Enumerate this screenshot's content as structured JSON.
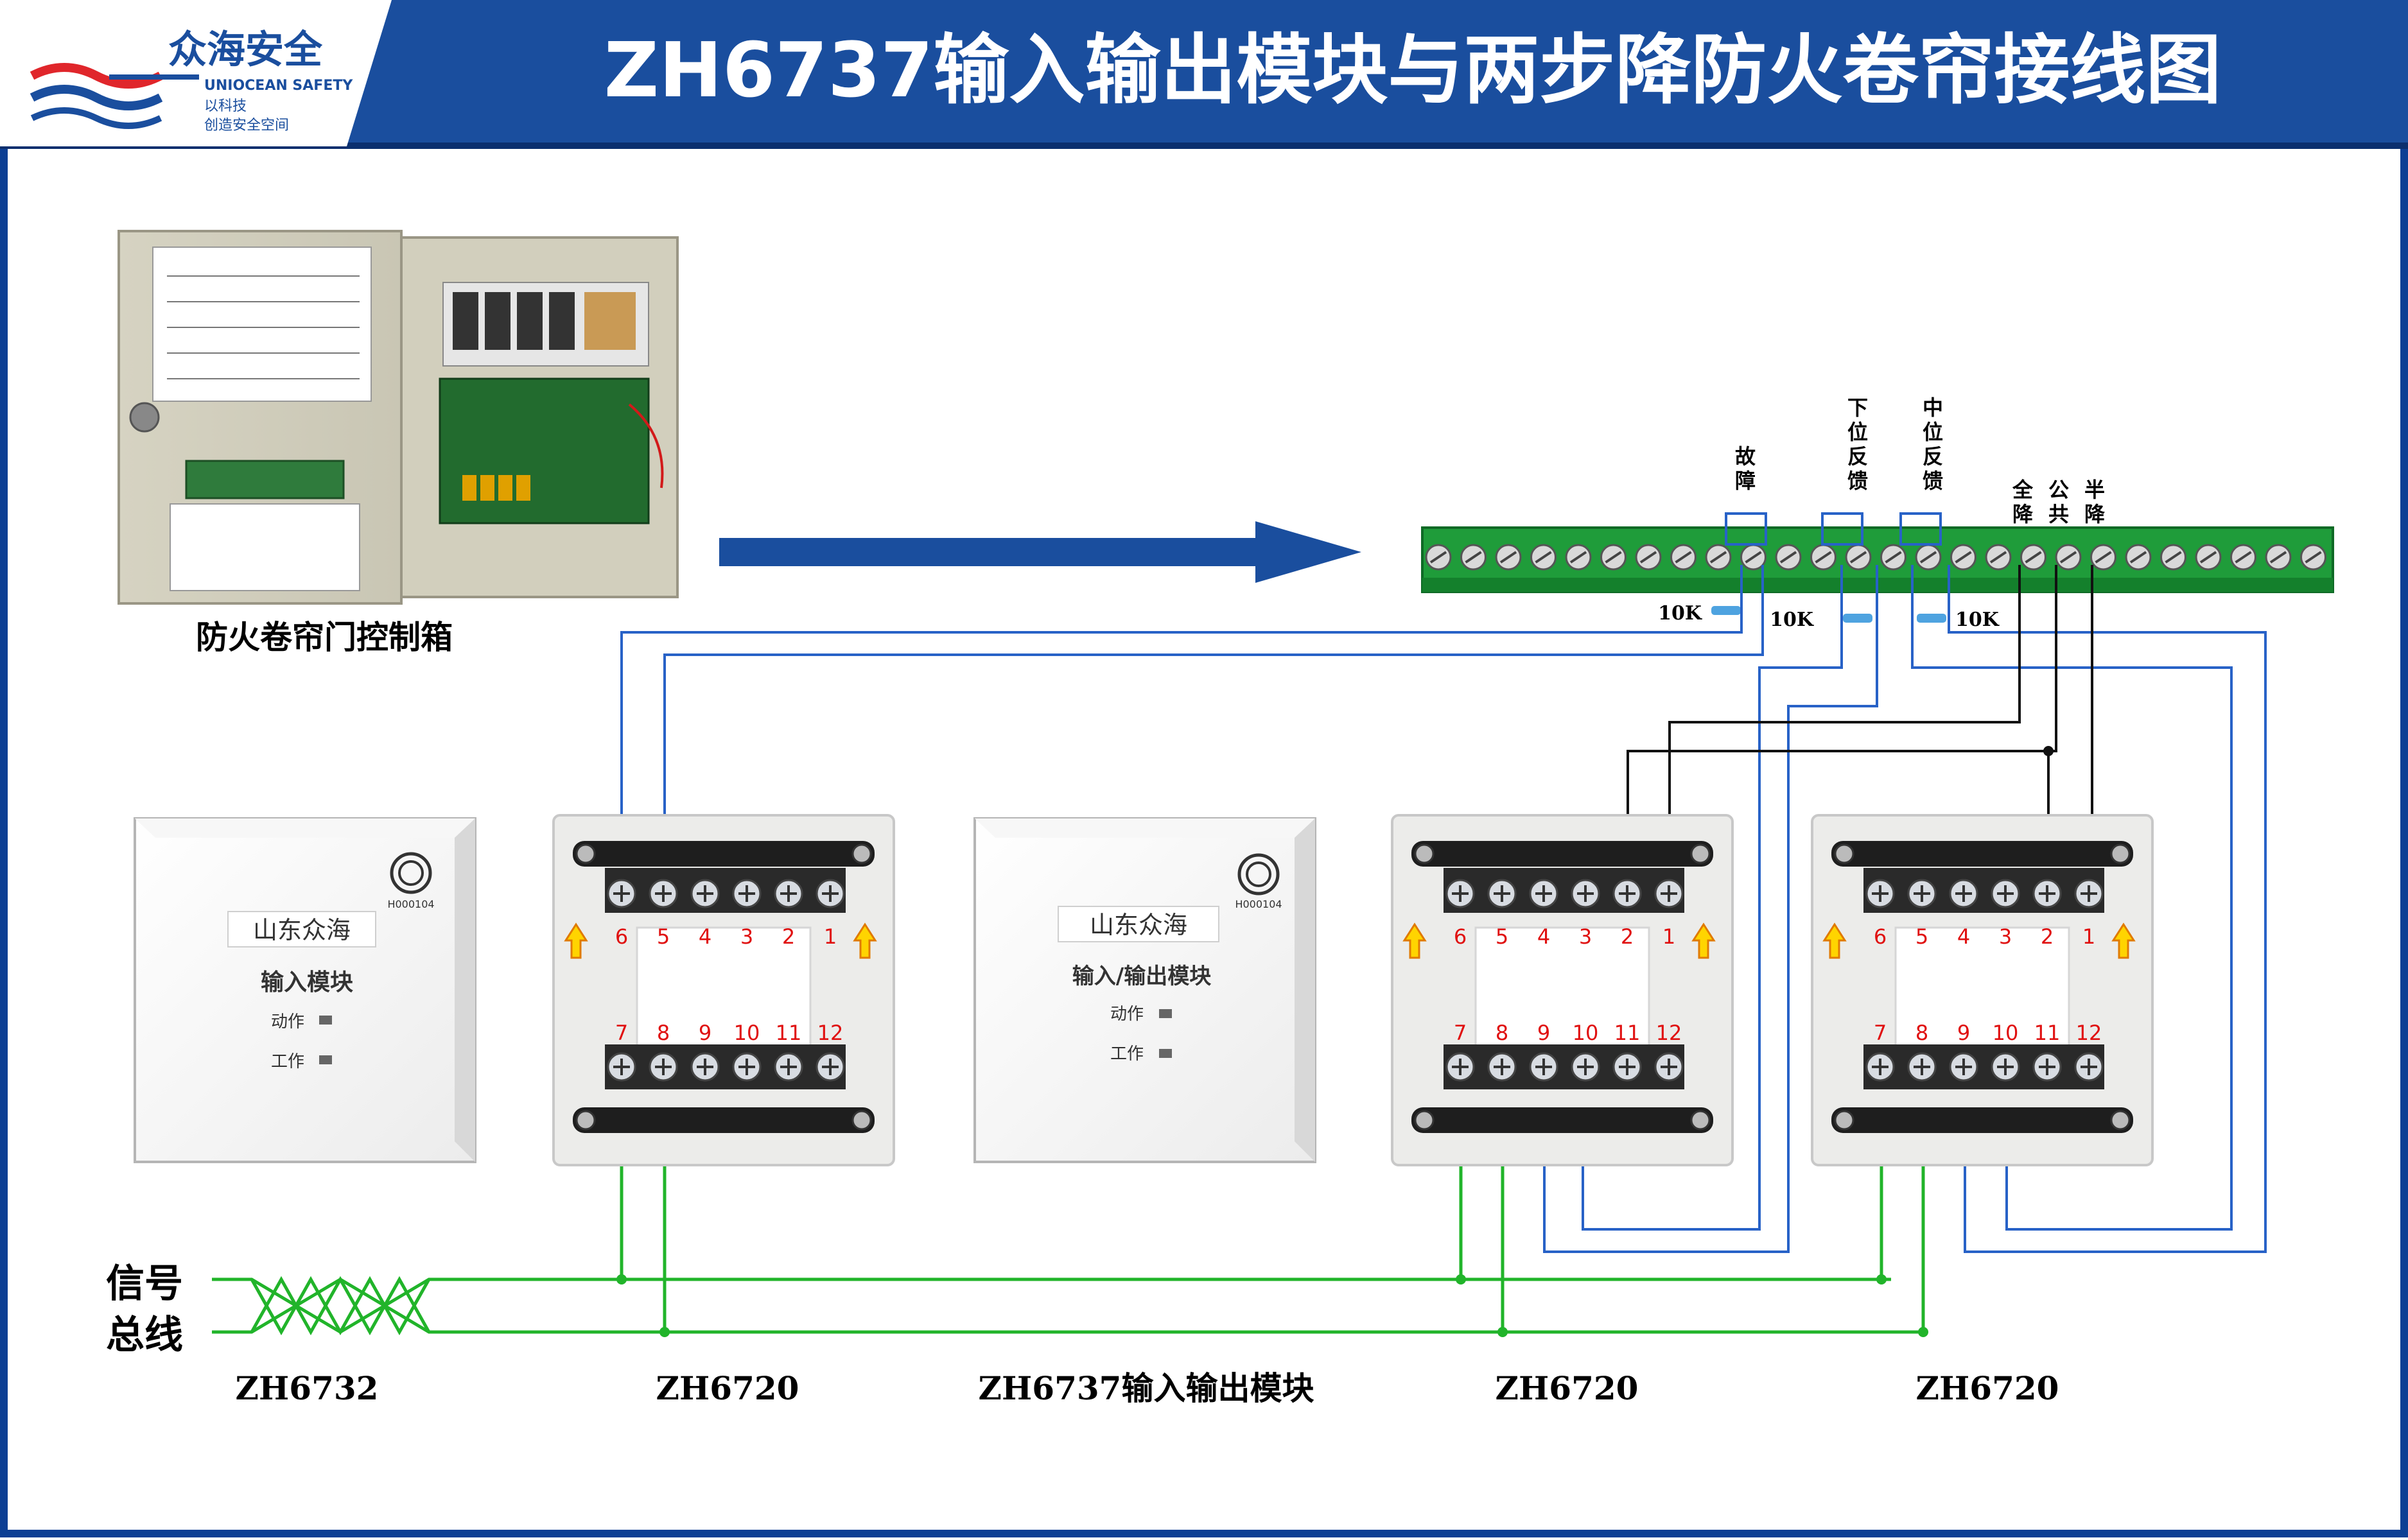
{
  "header": {
    "title": "ZH6737输入输出模块与两步降防火卷帘接线图",
    "logo": {
      "brand_cn": "众海安全",
      "brand_en": "UNIOCEAN SAFETY",
      "slogan1": "以科技",
      "slogan2": "创造安全空间"
    }
  },
  "control_box": {
    "caption": "防火卷帘门控制箱"
  },
  "terminal_strip": {
    "labels": {
      "fault": "故障",
      "lower_feedback": "下位反馈",
      "middle_feedback": "中位反馈",
      "full_down": "全降",
      "common": "公共",
      "half_down": "半降"
    },
    "resistors": [
      "10K",
      "10K",
      "10K"
    ]
  },
  "modules": [
    {
      "model": "ZH6732",
      "brand": "山东众海",
      "name": "输入模块",
      "led1": "动作",
      "led2": "工作",
      "cert": "H000104"
    },
    {
      "model": "ZH6720"
    },
    {
      "model": "ZH6737输入输出模块",
      "brand": "山东众海",
      "name": "输入/输出模块",
      "led1": "动作",
      "led2": "工作",
      "cert": "H000104"
    },
    {
      "model": "ZH6720"
    },
    {
      "model": "ZH6720"
    }
  ],
  "base_terminals": {
    "top": [
      "6",
      "5",
      "4",
      "3",
      "2",
      "1"
    ],
    "bottom": [
      "7",
      "8",
      "9",
      "10",
      "11",
      "12"
    ]
  },
  "bus": {
    "line1": "信号",
    "line2": "总线"
  },
  "colors": {
    "header_blue": "#1a4e9e",
    "frame_blue": "#0c3f94",
    "wire_blue": "#2862c7",
    "wire_green": "#21b42a",
    "wire_black": "#111111",
    "terminal_red": "#e01010",
    "strip_green": "#1f9c3a"
  }
}
